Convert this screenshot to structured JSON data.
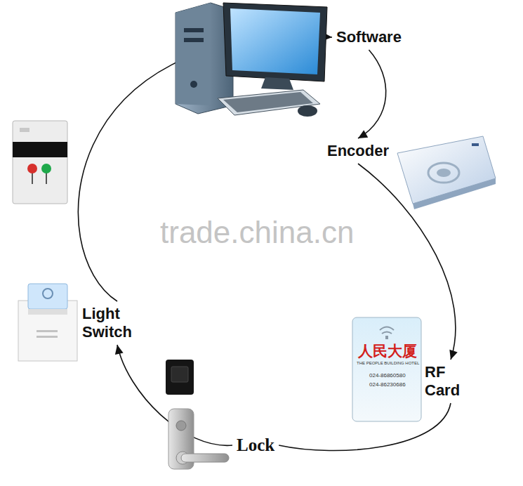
{
  "diagram": {
    "nodes": [
      {
        "text": [
          "Software"
        ]
      },
      {
        "text": [
          "Encoder"
        ]
      },
      {
        "text": [
          "RF Card"
        ]
      },
      {
        "text": [
          "Lock"
        ]
      },
      {
        "text": [
          "Light Switch"
        ]
      }
    ],
    "edges": [
      {
        "from": 0,
        "to": 1,
        "arrow": "to"
      },
      {
        "from": 1,
        "to": 2,
        "arrow": "to"
      },
      {
        "from": 2,
        "to": 3,
        "arrow": "none"
      },
      {
        "from": 3,
        "to": 4,
        "arrow": "to"
      },
      {
        "from": 4,
        "to": 0,
        "arrow": "to"
      }
    ],
    "labels": [
      "trade.china.cn",
      "人民大厦",
      "THE PEOPLE BUILDING HOTEL",
      "024-86860580",
      "024-86230686"
    ]
  }
}
